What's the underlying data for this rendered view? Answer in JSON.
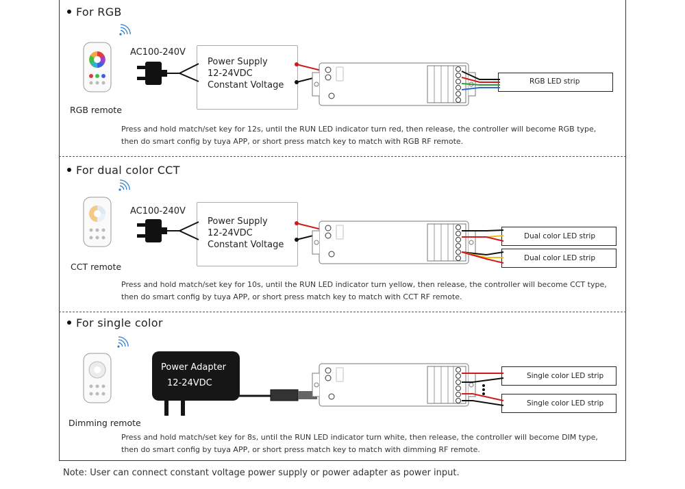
{
  "sections": [
    {
      "title": "For RGB",
      "remote_label": "RGB remote",
      "input_label": "AC100-240V",
      "psu_lines": [
        "Power Supply",
        "12-24VDC",
        "Constant Voltage"
      ],
      "strips": [
        "RGB LED strip"
      ],
      "desc_lines": [
        "Press and hold match/set key for 12s, until the RUN LED indicator turn red, then release, the controller will become RGB type,",
        "then do smart config by tuya APP, or short press match key to match with RGB RF remote."
      ]
    },
    {
      "title": "For dual color CCT",
      "remote_label": "CCT remote",
      "input_label": "AC100-240V",
      "psu_lines": [
        "Power Supply",
        "12-24VDC",
        "Constant Voltage"
      ],
      "strips": [
        "Dual color LED strip",
        "Dual color LED strip"
      ],
      "desc_lines": [
        "Press and hold match/set key for 10s, until the RUN LED indicator turn yellow, then release, the controller will become CCT type,",
        "then do smart config by tuya APP, or short press match key to match with CCT RF remote."
      ]
    },
    {
      "title": "For single color",
      "remote_label": "Dimming remote",
      "adapter_lines": [
        "Power Adapter",
        "12-24VDC"
      ],
      "strips": [
        "Single color LED strip",
        "Single color LED strip"
      ],
      "desc_lines": [
        "Press and hold match/set key for 8s, until the RUN LED indicator turn white, then release, the controller will become DIM type,",
        "then do smart config by tuya APP, or short press match key to match with dimming RF remote."
      ]
    }
  ],
  "note": "Note: User can connect constant voltage power supply or power adapter as power input.",
  "colors": {
    "wire_red": "#d01a1a",
    "wire_black": "#111111",
    "wire_green": "#2f9a3a",
    "wire_blue": "#2f66c8",
    "wire_yellow": "#e8c21a",
    "wire_white": "#cfcfcf",
    "wifi": "#2a7fd4"
  },
  "icons": [
    "wifi-icon",
    "remote-icon",
    "ac-plug-icon",
    "controller-icon",
    "led-strip-icon",
    "power-adapter-icon"
  ]
}
